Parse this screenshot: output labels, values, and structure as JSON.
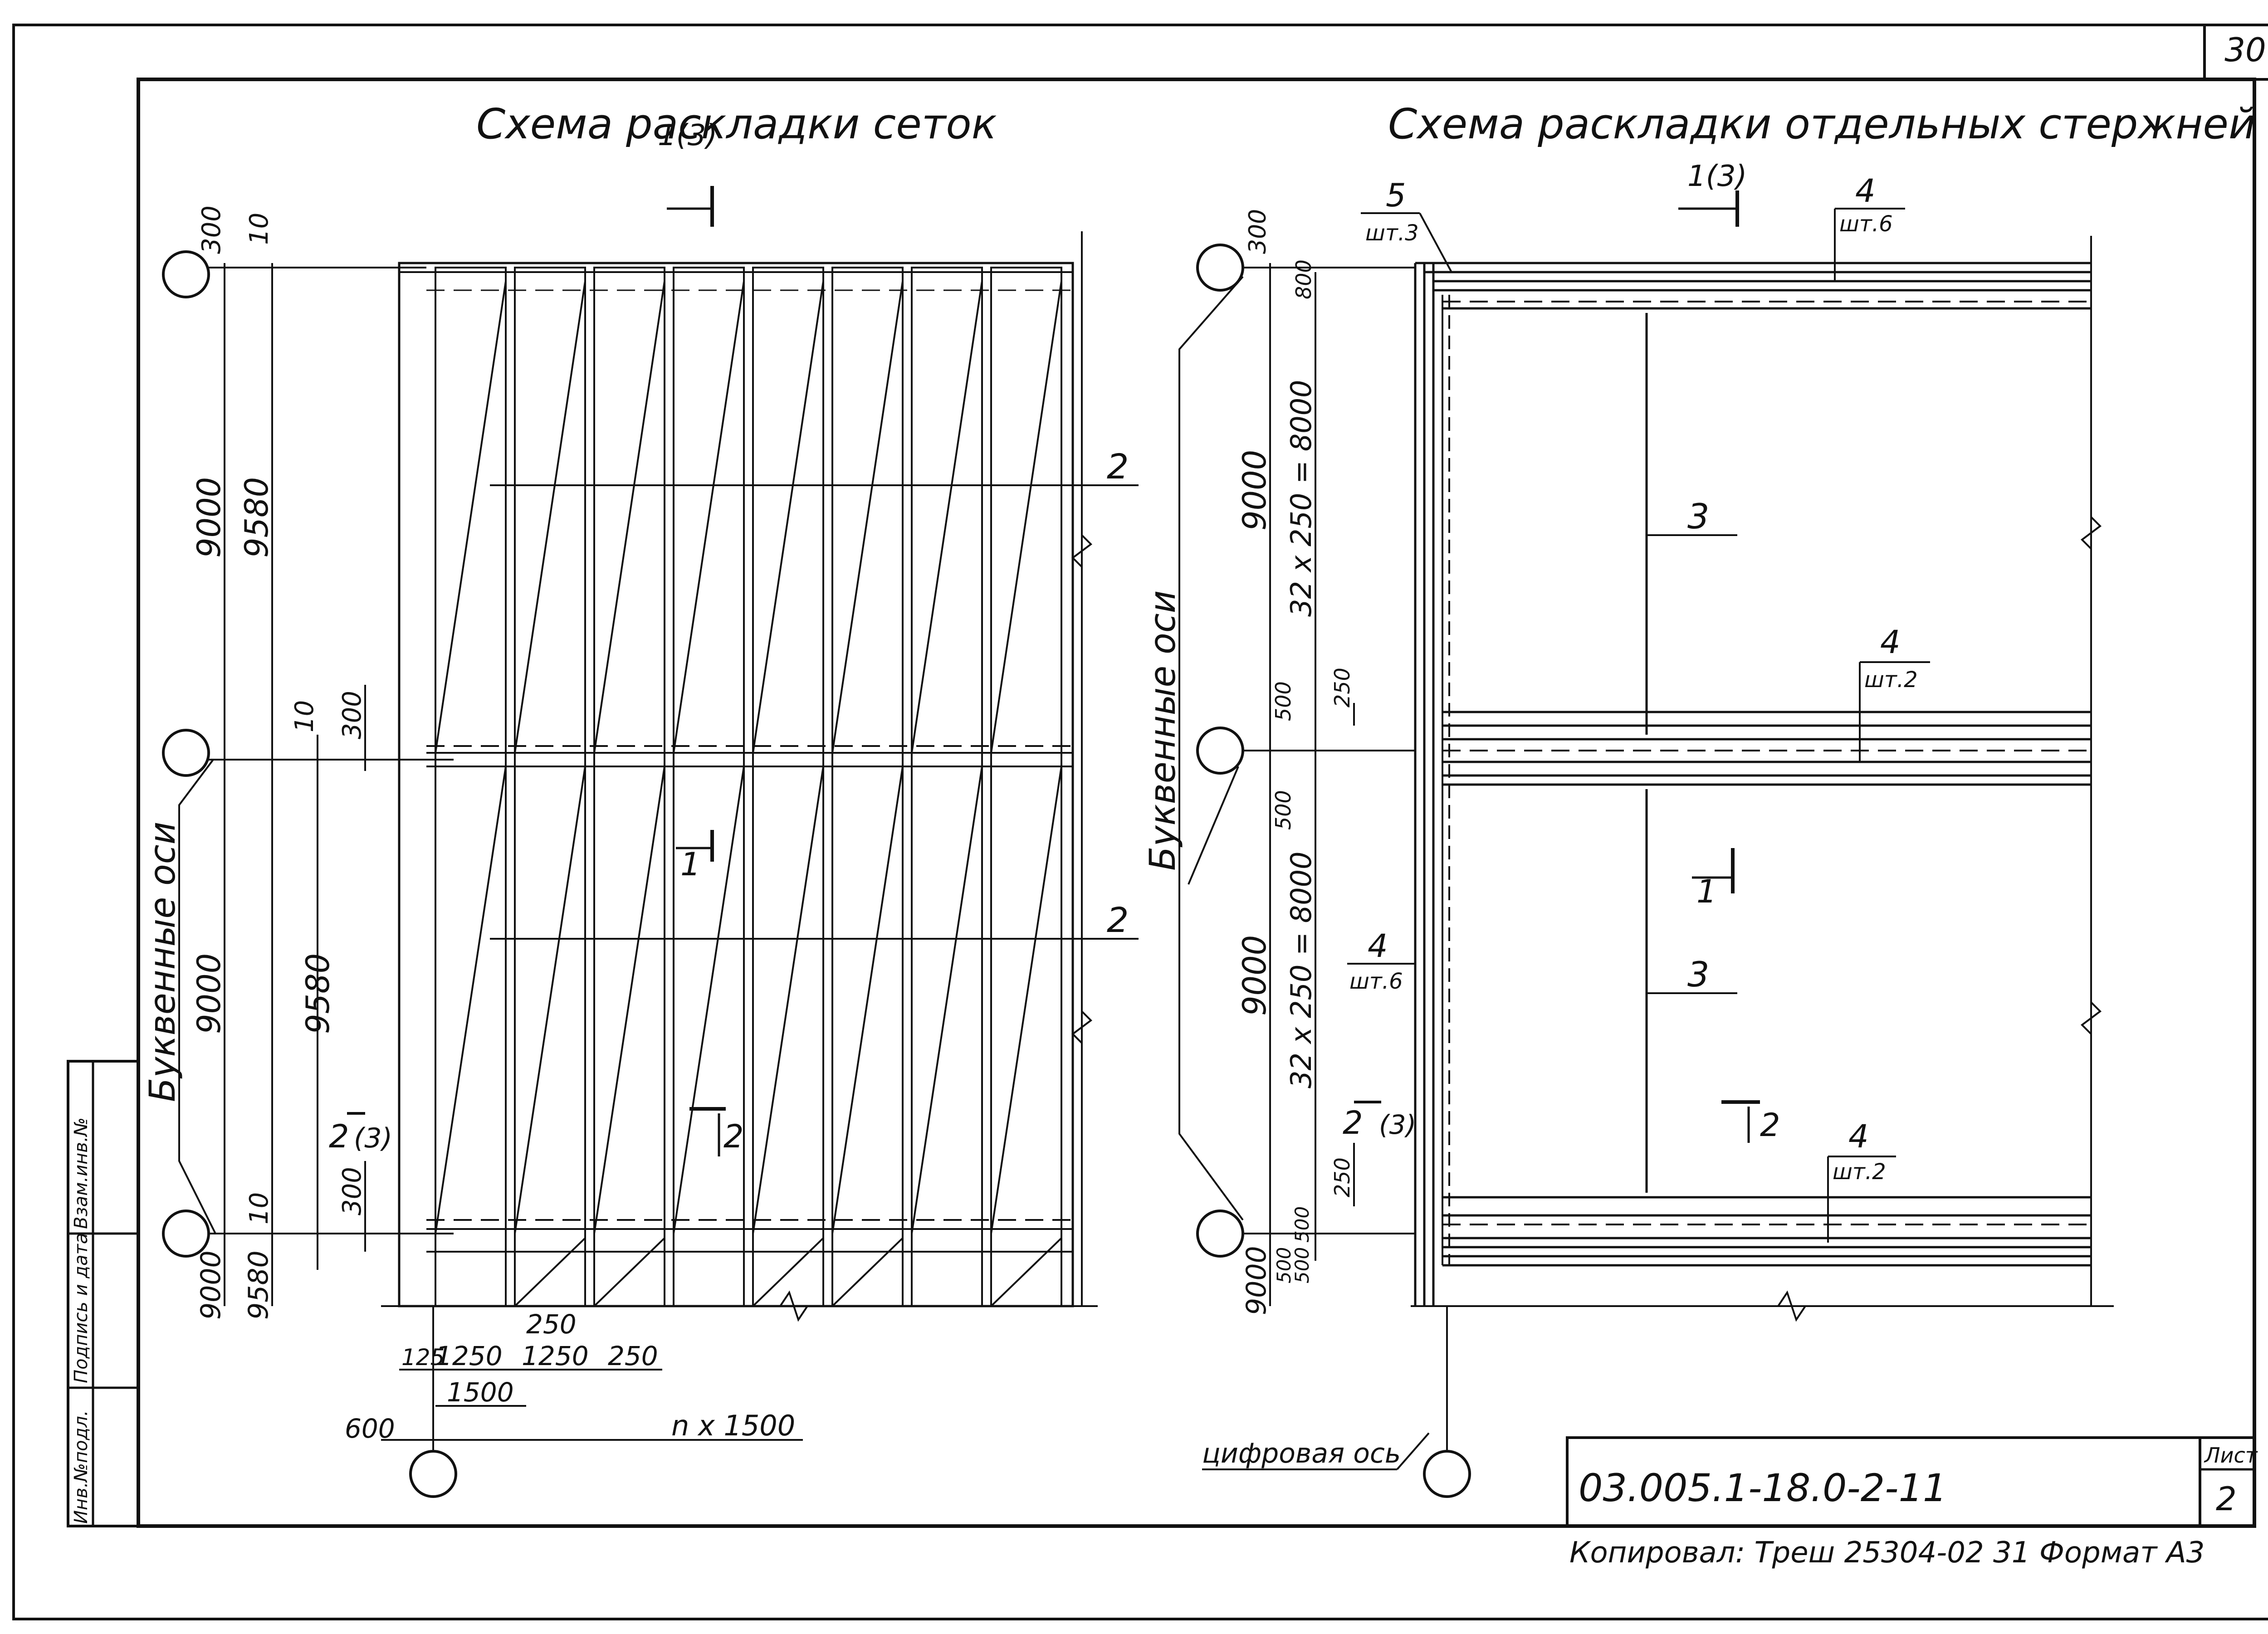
{
  "sheet": {
    "page_number": "30",
    "left_title": "Схема раскладки сеток",
    "right_title": "Схема раскладки отдельных стержней",
    "code": "03.005.1-18.0-2-11",
    "list_label": "Лист",
    "list_number": "2",
    "footer": "Копировал: Треш  25304-02  31  Формат А3"
  },
  "stamp": {
    "col1": "Инв.№подл.",
    "col2": "Подпись и дата",
    "col3": "Взам.инв.№"
  },
  "left_scheme": {
    "axis_label": "Буквенные оси",
    "section_top": "1(3)",
    "section_mid": "1",
    "section_low": "2",
    "section_side": "2",
    "section_side_ref": "(3)",
    "mark_2a": "2",
    "mark_2b": "2",
    "dims": {
      "d300_top": "300",
      "d10_top": "10",
      "d9000_a": "9000",
      "d9580_a": "9580",
      "d10_mid": "10",
      "d300_mid": "300",
      "d9000_b": "9000",
      "d9580_b": "9580",
      "d10_low": "10",
      "d300_low": "300",
      "d9000_c": "9000",
      "d9580_c": "9580",
      "d125": "125",
      "d1250_a": "1250",
      "d250_a": "250",
      "d1250_b": "1250",
      "d250_b": "250",
      "d1500": "1500",
      "d600": "600",
      "d_nx1500": "n x 1500"
    }
  },
  "right_scheme": {
    "axis_label": "Буквенные оси",
    "digit_axis": "цифровая ось",
    "section_top": "1(3)",
    "section_mid": "1",
    "section_low": "2",
    "section_side": "2",
    "section_side_ref": "(3)",
    "mark_5": "5",
    "mark_5_qty": "шт.3",
    "mark_4a": "4",
    "mark_4a_qty": "шт.6",
    "mark_4b": "4",
    "mark_4b_qty": "шт.2",
    "mark_4c": "4",
    "mark_4c_qty": "шт.6",
    "mark_4d": "4",
    "mark_4d_qty": "шт.2",
    "mark_3a": "3",
    "mark_3b": "3",
    "dims": {
      "d300": "300",
      "d800": "800",
      "d9000_a": "9000",
      "d32x250_a": "32 x 250 = 8000",
      "d500_a": "500",
      "d250_a": "250",
      "d500_b": "500",
      "d9000_b": "9000",
      "d32x250_b": "32 x 250 = 8000",
      "d250_b": "250",
      "d500_c": "500",
      "d500_d": "500",
      "d500_e": "500",
      "d9000_c": "9000"
    }
  }
}
